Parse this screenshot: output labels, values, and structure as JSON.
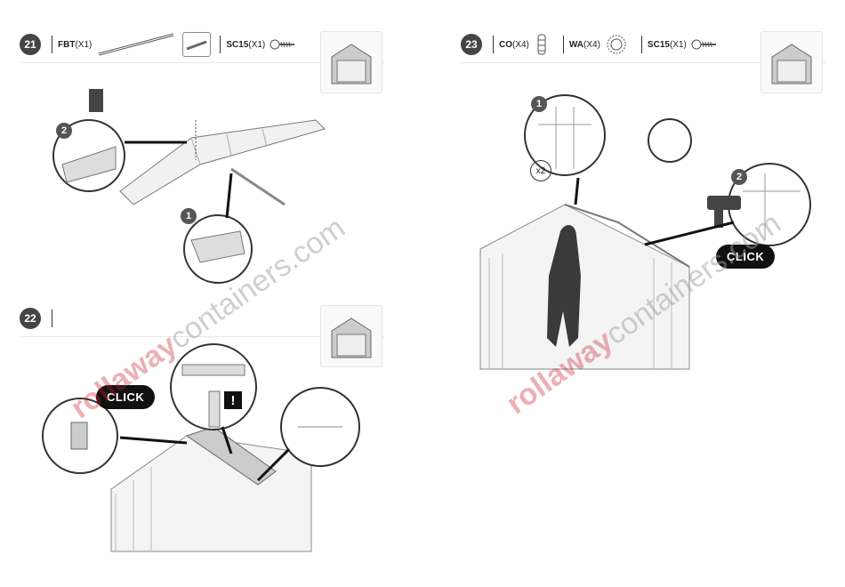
{
  "steps": [
    {
      "number": "21",
      "parts": [
        {
          "code": "FBT",
          "qty": "(X1)"
        },
        {
          "code": "SC15",
          "qty": "(X1)"
        }
      ]
    },
    {
      "number": "22",
      "parts": []
    },
    {
      "number": "23",
      "parts": [
        {
          "code": "CO",
          "qty": "(X4)"
        },
        {
          "code": "WA",
          "qty": "(X4)"
        },
        {
          "code": "SC15",
          "qty": "(X1)"
        }
      ]
    }
  ],
  "callouts": {
    "click": "CLICK",
    "warning": "!",
    "multiplier": "x2",
    "marker_1": "1",
    "marker_2": "2"
  },
  "watermark": {
    "brand": "rollaway",
    "suffix": "containers.com"
  }
}
